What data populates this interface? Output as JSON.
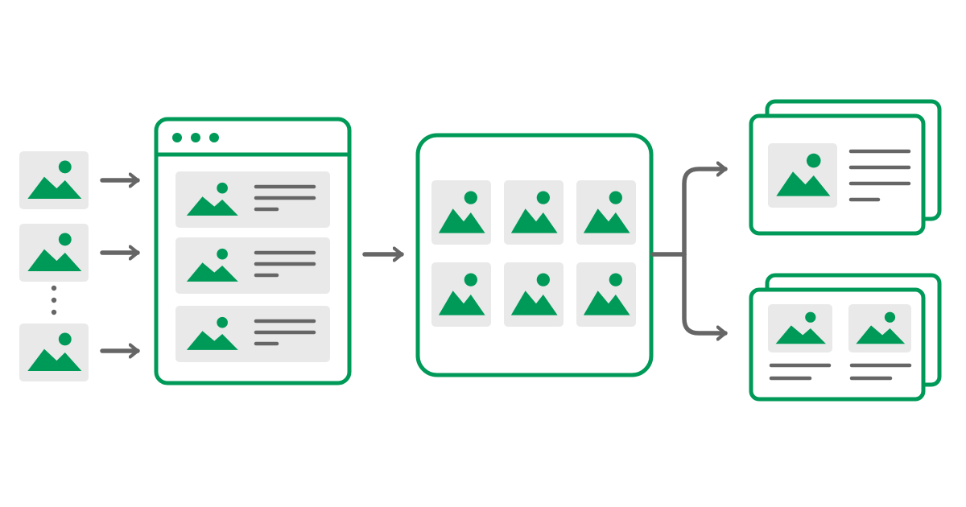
{
  "colors": {
    "accent": "#009A58",
    "tile": "#E9E9E9",
    "line": "#666666",
    "background": "#FFFFFF"
  },
  "icons": {
    "image": "image-icon",
    "arrow": "arrow-right-icon",
    "text_lines": "text-lines-icon",
    "window_dots": "window-controls-icon"
  },
  "pipeline": {
    "input_images": {
      "shown": 3,
      "has_ellipsis": true
    },
    "browser_window": {
      "rows": 3
    },
    "grid": {
      "columns": 3,
      "rows": 2
    },
    "output_cards": [
      {
        "kind": "single-image-with-text",
        "images": 1
      },
      {
        "kind": "double-image-with-captions",
        "images": 2
      }
    ]
  }
}
